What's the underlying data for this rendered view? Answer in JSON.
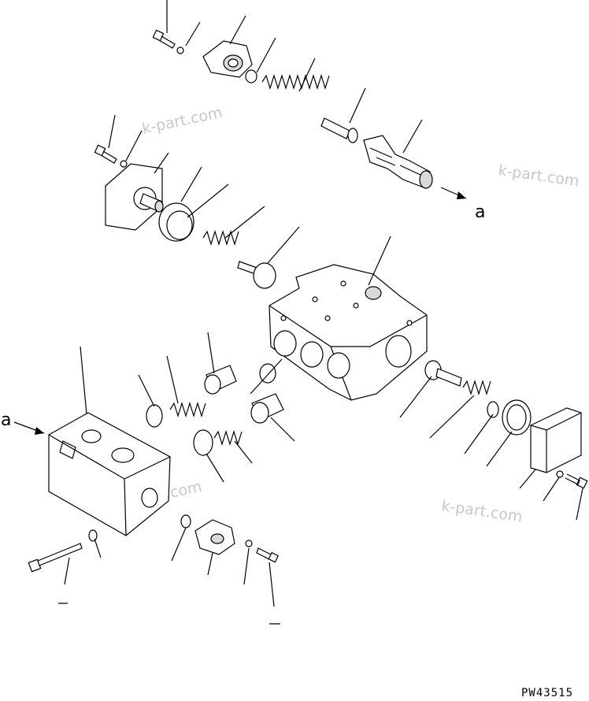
{
  "diagram": {
    "drawing_code": "PW43515",
    "view_arrow_labels": [
      "a",
      "a"
    ],
    "watermarks": [
      "k-part.com",
      "k-part.com",
      "k-part.com",
      "k-part.com"
    ]
  }
}
